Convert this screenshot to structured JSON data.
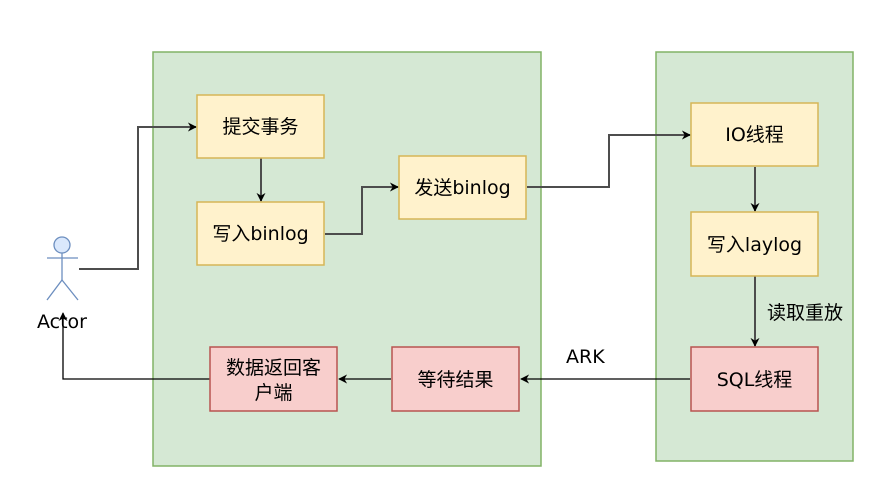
{
  "diagram": {
    "type": "flowchart",
    "actor": {
      "label": "Actor"
    },
    "containers": [
      {
        "id": "master",
        "label": ""
      },
      {
        "id": "slave",
        "label": ""
      }
    ],
    "nodes": {
      "commit_tx": {
        "label": "提交事务",
        "style": "yellow"
      },
      "write_binlog": {
        "label": "写入binlog",
        "style": "yellow"
      },
      "send_binlog": {
        "label": "发送binlog",
        "style": "yellow"
      },
      "io_thread": {
        "label": "IO线程",
        "style": "yellow"
      },
      "write_relaylog": {
        "label": "写入laylog",
        "style": "yellow"
      },
      "sql_thread": {
        "label": "SQL线程",
        "style": "red"
      },
      "wait_result": {
        "label": "等待结果",
        "style": "red"
      },
      "return_client": {
        "line1": "数据返回客",
        "line2": "户端",
        "style": "red"
      }
    },
    "edge_labels": {
      "replay": "读取重放",
      "ack": "ARK"
    },
    "edges": [
      {
        "from": "actor",
        "to": "commit_tx"
      },
      {
        "from": "commit_tx",
        "to": "write_binlog"
      },
      {
        "from": "write_binlog",
        "to": "send_binlog"
      },
      {
        "from": "send_binlog",
        "to": "io_thread"
      },
      {
        "from": "io_thread",
        "to": "write_relaylog"
      },
      {
        "from": "write_relaylog",
        "to": "sql_thread",
        "label": "读取重放"
      },
      {
        "from": "sql_thread",
        "to": "wait_result",
        "label": "ARK"
      },
      {
        "from": "wait_result",
        "to": "return_client"
      },
      {
        "from": "return_client",
        "to": "actor"
      }
    ],
    "colors": {
      "container_fill": "#d5e8d4",
      "container_stroke": "#82b366",
      "yellow_fill": "#fff2cc",
      "yellow_stroke": "#d6b656",
      "red_fill": "#f8cecc",
      "red_stroke": "#b85450",
      "actor_stroke": "#6c8ebf",
      "actor_fill": "#dae8fc"
    }
  }
}
